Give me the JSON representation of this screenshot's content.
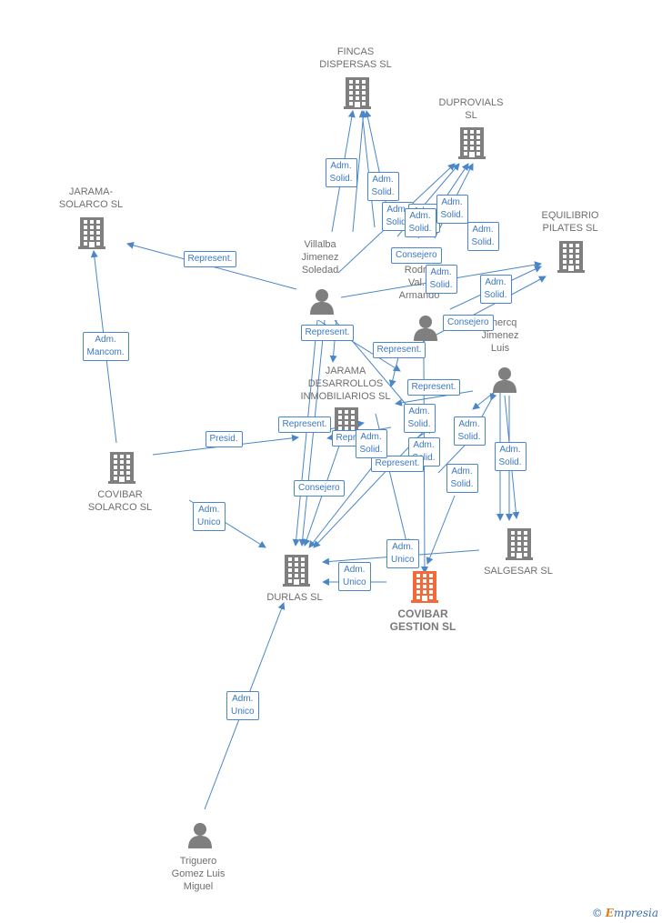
{
  "colors": {
    "edge": "#4a86c8",
    "company": "#7f7f7f",
    "person": "#7f7f7f",
    "highlight": "#f26a3a"
  },
  "nodes": [
    {
      "id": "fincas",
      "type": "company-icon",
      "label": "FINCAS\nDISPERSAS SL"
    },
    {
      "id": "duprovials",
      "type": "company-icon",
      "label": "DUPROVIALS\nSL"
    },
    {
      "id": "jarama_solarco",
      "type": "company-icon",
      "label": "JARAMA-\nSOLARCO SL"
    },
    {
      "id": "equilibrio",
      "type": "company-icon",
      "label": "EQUILIBRIO\nPILATES SL"
    },
    {
      "id": "villalba",
      "type": "person-icon",
      "label": "Villalba\nJimenez\nSoledad"
    },
    {
      "id": "rodriguez",
      "type": "person-icon",
      "label": "Rodr...\nVal...\nArmando"
    },
    {
      "id": "lhercq",
      "type": "person-icon",
      "label": "...hercq\nJimenez\nLuis"
    },
    {
      "id": "jarama_desarrollos",
      "type": "company-icon",
      "label": "JARAMA\nDESARROLLOS\nINMOBILIARIOS SL"
    },
    {
      "id": "covibar_solarco",
      "type": "company-icon",
      "label": "COVIBAR\nSOLARCO SL"
    },
    {
      "id": "salgesar",
      "type": "company-icon",
      "label": "SALGESAR SL"
    },
    {
      "id": "durlas",
      "type": "company-icon",
      "label": "DURLAS SL"
    },
    {
      "id": "covibar_gestion",
      "type": "company-icon-main",
      "label": "COVIBAR\nGESTION SL"
    },
    {
      "id": "triguero",
      "type": "person-icon",
      "label": "Triguero\nGomez Luis\nMiguel"
    }
  ],
  "edge_labels": [
    "Adm.\nSolid.",
    "Adm.\nSolid.",
    "Adm.\nSolid.",
    "Adm.\nSolid.",
    "Adm.\nSolid.",
    "Adm.\nSolid.",
    "Adm.\nSolid.",
    "Adm.\nSolid.",
    "Represent.",
    "Adm.\nMancom.",
    "Consejero",
    "Adm.\nSolid.",
    "Consejero",
    "Represent.",
    "Represent.",
    "Represent.",
    "Adm.\nSolid.",
    "Adm.\nSolid.",
    "Adm.\nSolid.",
    "Presid.",
    "Represent.",
    "Represent.",
    "Adm.\nSolid.",
    "Adm.\nSolid.",
    "Represent.",
    "Adm.\nSolid.",
    "Adm.\nUnico",
    "Consejero",
    "Adm.\nUnico",
    "Adm.\nUnico",
    "Adm.\nUnico"
  ],
  "brand": {
    "copyright": "©",
    "initial": "E",
    "name": "mpresia"
  }
}
